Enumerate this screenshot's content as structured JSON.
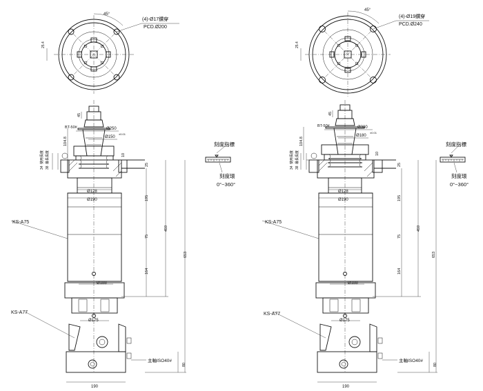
{
  "drawing": {
    "views": [
      {
        "flange": {
          "holes": "(4)-Ø17鑽穿",
          "pcd": "PCD.Ø200",
          "angle": "45°",
          "offset": "25.4"
        },
        "labels": {
          "bt": "BT-50#",
          "dim45": "45",
          "dim1048": "104.8",
          "d_top": "Ø250",
          "d_mid": "Ø150",
          "tol": "±0.01",
          "d10": "10",
          "d25": "25",
          "d128": "Ø128",
          "d190": "Ø190",
          "d195": "195",
          "d459": "459",
          "d75": "75",
          "d164": "164",
          "d653": "653",
          "d188": "Ø188",
          "d175": "Ø175",
          "d80": "80",
          "d190w": "190",
          "ka75": "KS-A75",
          "ka77": "KS-A77",
          "spindle": "主軸ISO40#",
          "scale": "刻度指標",
          "ring": "刻度環",
          "range": "0°~360°",
          "side34": "34",
          "side38": "38",
          "side_a": "使用長度",
          "side_b": "最長長度"
        }
      },
      {
        "flange": {
          "holes": "(4)-Ø19鑽穿",
          "pcd": "PCD.Ø240",
          "angle": "45°",
          "offset": "25.4"
        },
        "labels": {
          "bt": "BT-50#",
          "dim45": "45",
          "dim1048": "104.8",
          "d_top": "Ø300",
          "d_mid": "Ø180",
          "tol": "±0.01",
          "d10": "10",
          "d25": "25",
          "d128": "Ø128",
          "d190": "Ø190",
          "d195": "195",
          "d459": "459",
          "d75": "75",
          "d164": "164",
          "d653": "653",
          "d188": "Ø188",
          "d175": "Ø175",
          "d80": "80",
          "d190w": "190",
          "ka75": "KS-A75",
          "ka77": "KS-A77",
          "spindle": "主軸ISO40#",
          "scale": "刻度指標",
          "ring": "刻度環",
          "range": "0°~360°",
          "side34": "34",
          "side38": "38",
          "side_a": "使用長度",
          "side_b": "最長長度"
        }
      }
    ]
  }
}
